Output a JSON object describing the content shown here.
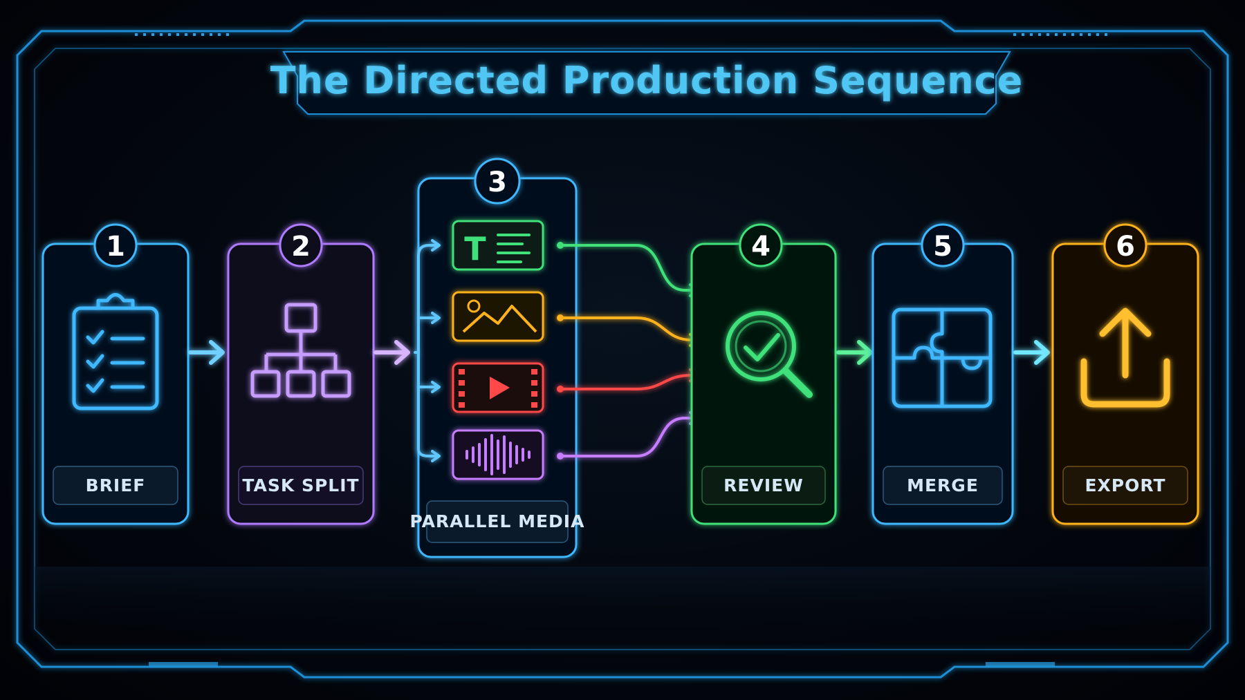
{
  "title": "The Directed Production Sequence",
  "steps": [
    {
      "number": "1",
      "label": "BRIEF",
      "icon": "clipboard-checklist-icon",
      "color": "#3fb8ff"
    },
    {
      "number": "2",
      "label": "TASK SPLIT",
      "icon": "hierarchy-icon",
      "color": "#b07cff"
    },
    {
      "number": "3",
      "label": "PARALLEL MEDIA",
      "icon": "media-stack-icon",
      "color": "#3fb8ff"
    },
    {
      "number": "4",
      "label": "REVIEW",
      "icon": "magnifier-check-icon",
      "color": "#3fe07a"
    },
    {
      "number": "5",
      "label": "MERGE",
      "icon": "puzzle-icon",
      "color": "#3fb8ff"
    },
    {
      "number": "6",
      "label": "EXPORT",
      "icon": "upload-icon",
      "color": "#ffb21a"
    }
  ],
  "media_items": [
    {
      "name": "text",
      "icon": "text-icon",
      "color": "#3fe07a"
    },
    {
      "name": "image",
      "icon": "image-icon",
      "color": "#ffb21a"
    },
    {
      "name": "video",
      "icon": "video-icon",
      "color": "#ff4a4a"
    },
    {
      "name": "audio",
      "icon": "audio-waveform-icon",
      "color": "#c77dff"
    }
  ]
}
